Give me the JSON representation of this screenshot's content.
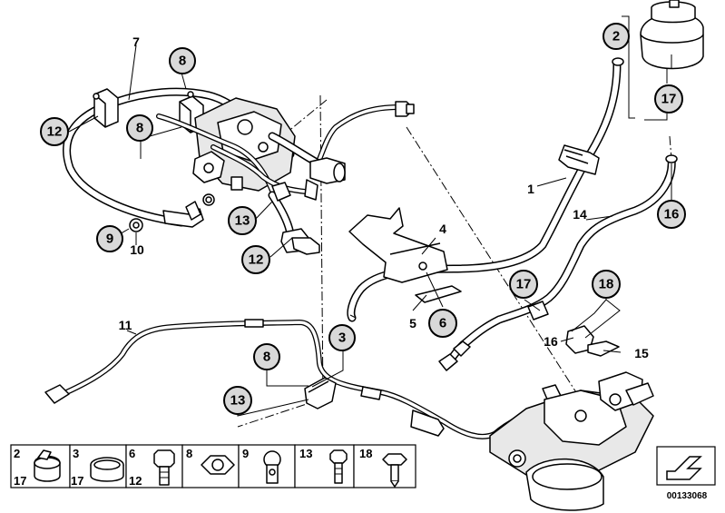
{
  "callouts": {
    "c2": "2",
    "c8a": "8",
    "c8b": "8",
    "c8c": "8",
    "c12a": "12",
    "c12b": "12",
    "c9": "9",
    "c13a": "13",
    "c13b": "13",
    "c17a": "17",
    "c17b": "17",
    "c16": "16",
    "c3": "3",
    "c6": "6",
    "c18": "18"
  },
  "labels": {
    "l7": "7",
    "l10": "10",
    "l1": "1",
    "l14": "14",
    "l4": "4",
    "l5": "5",
    "l11": "11",
    "l16": "16",
    "l15": "15"
  },
  "legend": {
    "items": [
      {
        "top": "2",
        "bottom": "17"
      },
      {
        "top": "3",
        "bottom": "17"
      },
      {
        "top": "6",
        "bottom": "12"
      },
      {
        "top": "8",
        "bottom": ""
      },
      {
        "top": "9",
        "bottom": ""
      },
      {
        "top": "13",
        "bottom": ""
      },
      {
        "top": "18",
        "bottom": ""
      }
    ]
  },
  "diagram_code": "00133068",
  "icons": {
    "corner_icon": "curved-arrow-icon"
  }
}
